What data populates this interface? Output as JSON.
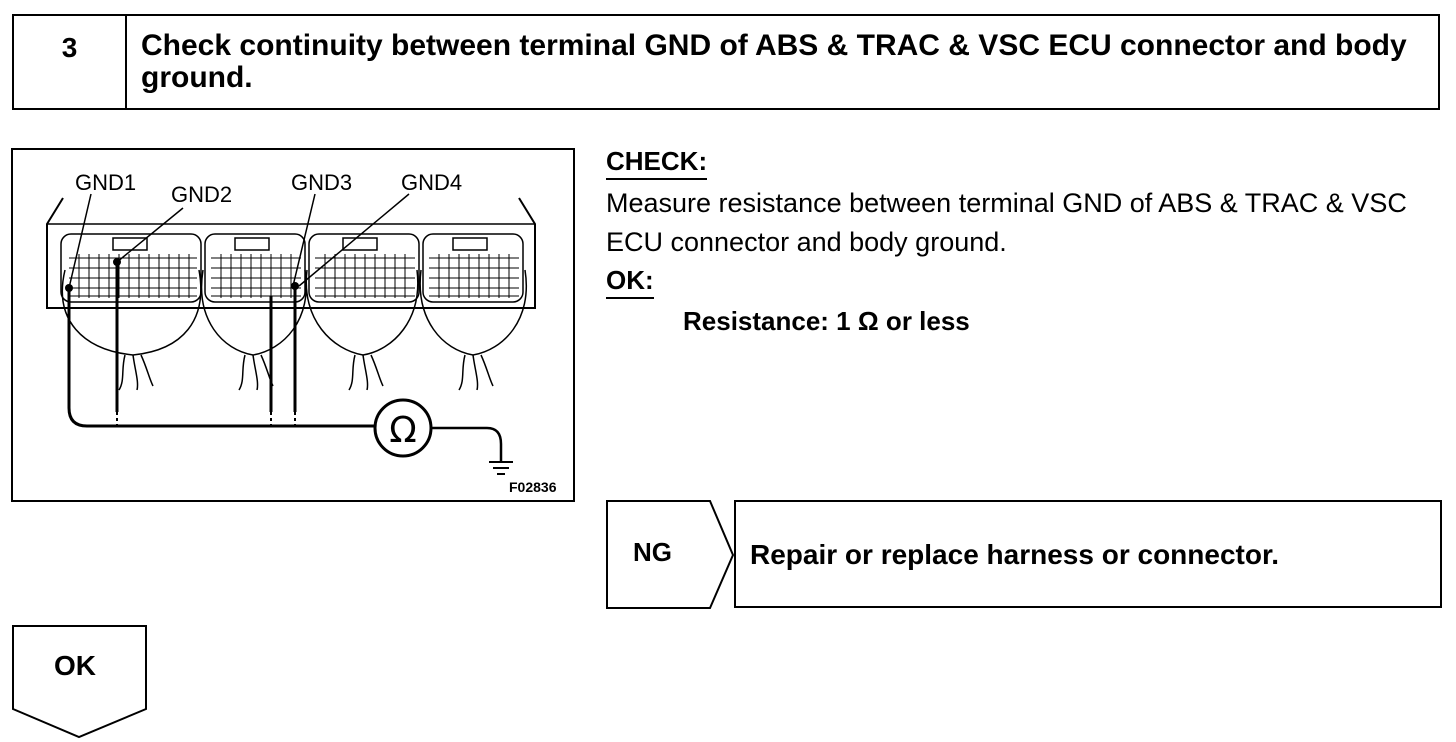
{
  "step": {
    "number": "3",
    "title": "Check continuity between terminal GND of ABS & TRAC & VSC ECU connector and body ground."
  },
  "diagram": {
    "terminals": [
      "GND1",
      "GND2",
      "GND3",
      "GND4"
    ],
    "meter_symbol": "Ω",
    "figure_id": "F02836"
  },
  "check": {
    "heading": "CHECK:",
    "text": "Measure resistance between terminal GND of ABS & TRAC & VSC ECU connector and body ground."
  },
  "ok": {
    "heading": "OK:",
    "spec": "Resistance: 1 Ω or less"
  },
  "ng": {
    "label": "NG",
    "action": "Repair or replace harness or connector."
  },
  "ok_flow": {
    "label": "OK"
  }
}
